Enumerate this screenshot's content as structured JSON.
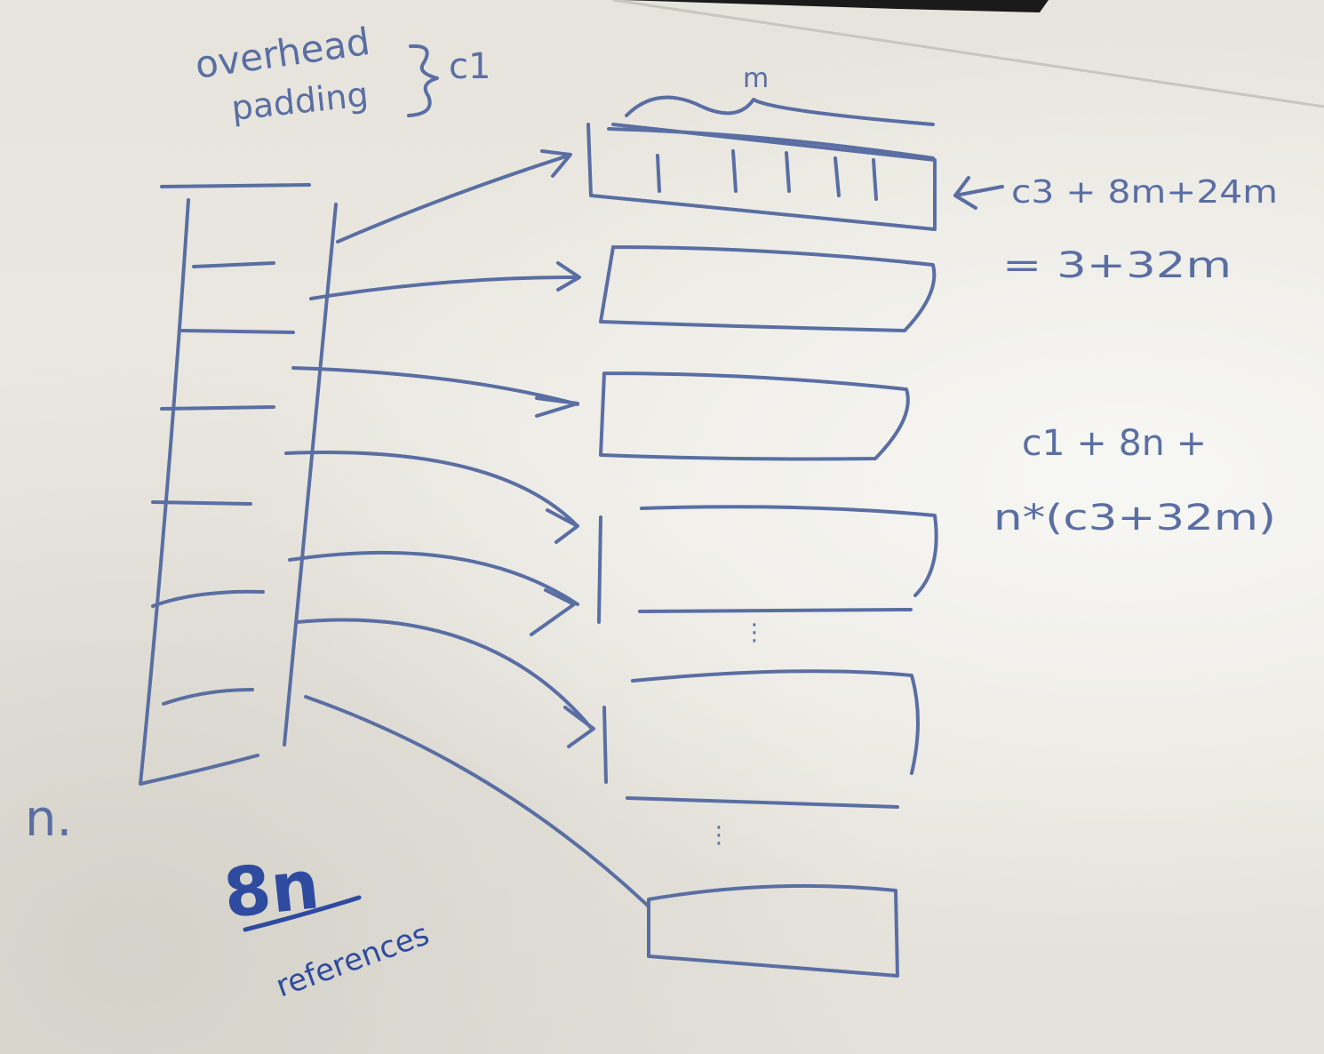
{
  "annotations": {
    "overhead": "overhead",
    "padding": "padding",
    "c1_label": "c1",
    "m_label": "m",
    "row_formula_1": "c3 + 8m+24m",
    "row_formula_2": "= 3+32m",
    "total_line_1": "c1 + 8n +",
    "total_line_2": "n*(c3+32m)",
    "n_label": "n.",
    "refs_8n": "8n",
    "references": "references"
  }
}
